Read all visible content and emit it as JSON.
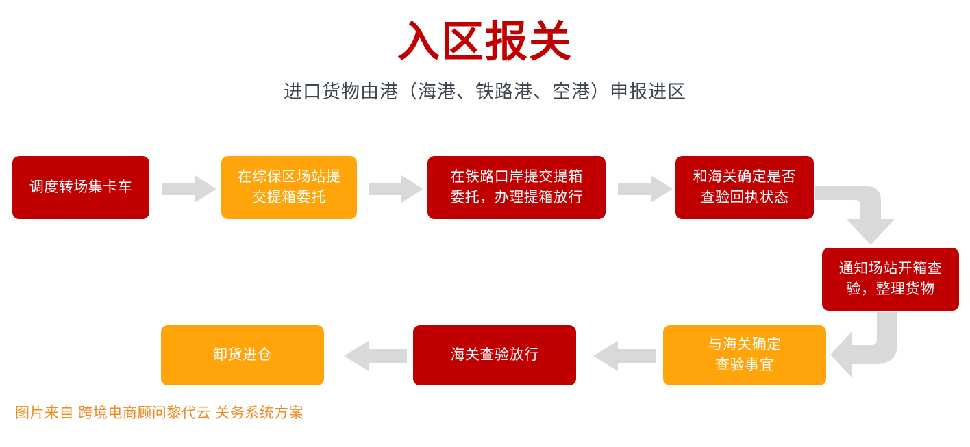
{
  "header": {
    "title": "入区报关",
    "subtitle": "进口货物由港（海港、铁路港、空港）申报进区",
    "title_color": "#c00000",
    "subtitle_color": "#3b4551"
  },
  "palette": {
    "red": "#c00000",
    "orange": "#ffa40b",
    "arrow_gray": "#d9d9d9",
    "footer_orange": "#ed8b23",
    "background": "#ffffff"
  },
  "flow": {
    "type": "flowchart",
    "nodes": [
      {
        "id": "n1",
        "label": "调度转场集卡车",
        "color": "red",
        "order": 1
      },
      {
        "id": "n2",
        "label": "在综保区场站提\n交提箱委托",
        "color": "orange",
        "order": 2
      },
      {
        "id": "n3",
        "label": "在铁路口岸提交提箱\n委托，办理提箱放行",
        "color": "red",
        "order": 3
      },
      {
        "id": "n4",
        "label": "和海关确定是否\n查验回执状态",
        "color": "red",
        "order": 4
      },
      {
        "id": "n5",
        "label": "通知场站开箱查\n验，整理货物",
        "color": "red",
        "order": 5
      },
      {
        "id": "n6",
        "label": "与海关确定\n查验事宜",
        "color": "orange",
        "order": 6
      },
      {
        "id": "n7",
        "label": "海关查验放行",
        "color": "red",
        "order": 7
      },
      {
        "id": "n8",
        "label": "卸货进仓",
        "color": "orange",
        "order": 8
      }
    ],
    "edges": [
      {
        "from": "n1",
        "to": "n2",
        "direction": "right"
      },
      {
        "from": "n2",
        "to": "n3",
        "direction": "right"
      },
      {
        "from": "n3",
        "to": "n4",
        "direction": "right"
      },
      {
        "from": "n4",
        "to": "n5",
        "direction": "right-then-down"
      },
      {
        "from": "n5",
        "to": "n6",
        "direction": "down-then-left"
      },
      {
        "from": "n6",
        "to": "n7",
        "direction": "left"
      },
      {
        "from": "n7",
        "to": "n8",
        "direction": "left"
      }
    ]
  },
  "footer": {
    "credit": "图片来自 跨境电商顾问黎代云 关务系统方案"
  }
}
